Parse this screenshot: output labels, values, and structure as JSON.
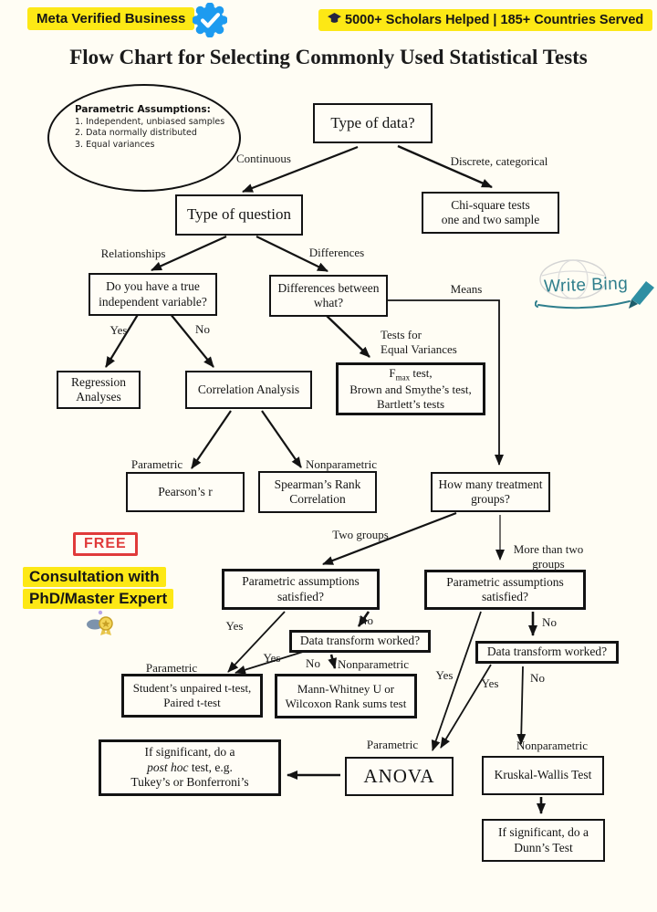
{
  "header": {
    "left_badge": "Meta Verified Business",
    "right_badge": "5000+ Scholars Helped | 185+ Countries Served"
  },
  "title": "Flow Chart for Selecting Commonly Used Statistical Tests",
  "oval": {
    "heading": "Parametric Assumptions:",
    "items": [
      "1. Independent, unbiased samples",
      "2. Data normally distributed",
      "3. Equal variances"
    ]
  },
  "nodes": {
    "type_of_data": {
      "lines": [
        "Type of data?"
      ]
    },
    "chi_square": {
      "lines": [
        "Chi-square  tests",
        "one and two sample"
      ]
    },
    "type_of_question": {
      "lines": [
        "Type of question"
      ]
    },
    "true_iv": {
      "lines": [
        "Do you have a true",
        "independent variable?"
      ]
    },
    "diff_between": {
      "lines": [
        "Differences between",
        "what?"
      ]
    },
    "regression": {
      "lines": [
        "Regression",
        "Analyses"
      ]
    },
    "correlation": {
      "lines": [
        "Correlation Analysis"
      ]
    },
    "variance_tests": {
      "f": "F",
      "sub": "max",
      "rest": " test,",
      "lines": [
        "Brown and Smythe’s test,",
        "Bartlett’s tests"
      ]
    },
    "pearson": {
      "lines": [
        "Pearson’s r"
      ]
    },
    "spearman": {
      "lines": [
        "Spearman’s Rank",
        "Correlation"
      ]
    },
    "treatment_groups": {
      "lines": [
        "How many treatment",
        "groups?"
      ]
    },
    "param_two": {
      "lines": [
        "Parametric assumptions",
        "satisfied?"
      ]
    },
    "param_multi": {
      "lines": [
        "Parametric assumptions",
        "satisfied?"
      ]
    },
    "transform_two": {
      "lines": [
        "Data transform worked?"
      ]
    },
    "transform_multi": {
      "lines": [
        "Data transform worked?"
      ]
    },
    "ttest": {
      "lines": [
        "Student’s unpaired t-test,",
        "Paired t-test"
      ]
    },
    "mann_whitney": {
      "lines": [
        "Mann-Whitney U or",
        "Wilcoxon Rank sums test"
      ]
    },
    "posthoc": {
      "line1": "If significant, do a",
      "italic": "post hoc",
      "line2_rest": " test, e.g.",
      "line3": "Tukey’s or  Bonferroni’s"
    },
    "anova": {
      "lines": [
        "ANOVA"
      ]
    },
    "kruskal": {
      "lines": [
        "Kruskal-Wallis Test"
      ]
    },
    "dunn": {
      "lines": [
        "If significant, do a",
        "Dunn’s Test"
      ]
    }
  },
  "edge_labels": {
    "continuous": "Continuous",
    "discrete": "Discrete, categorical",
    "relationships": "Relationships",
    "differences": "Differences",
    "means": "Means",
    "yes": "Yes",
    "no": "No",
    "tests_for_1": "Tests for",
    "tests_for_2": "Equal Variances",
    "parametric": "Parametric",
    "nonparametric": "Nonparametric",
    "two_groups": "Two groups",
    "more_groups_1": "More than two",
    "more_groups_2": "groups"
  },
  "promo": {
    "free": "FREE",
    "line1": "Consultation with",
    "line2": "PhD/Master Expert"
  },
  "logo": {
    "text": "Write Bing"
  },
  "colors": {
    "badge_yellow": "#fde815",
    "verified_blue": "#1d9bf0",
    "stamp_red": "#e03a3a",
    "logo_teal": "#2e7e8c"
  }
}
